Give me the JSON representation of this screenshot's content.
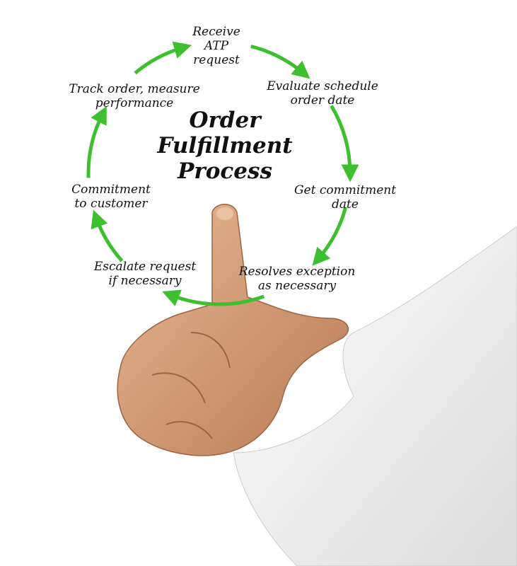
{
  "title": [
    "Order",
    "Fulfillment",
    "Process"
  ],
  "steps": [
    {
      "lines": [
        "Receive",
        "ATP",
        "request"
      ]
    },
    {
      "lines": [
        "Evaluate schedule",
        "order date"
      ]
    },
    {
      "lines": [
        "Get commitment",
        "date"
      ]
    },
    {
      "lines": [
        "Resolves exception",
        "as necessary"
      ]
    },
    {
      "lines": [
        "Escalate  request",
        "if necessary"
      ]
    },
    {
      "lines": [
        "Commitment",
        "to customer"
      ]
    },
    {
      "lines": [
        "Track order, measure",
        "performance"
      ]
    }
  ],
  "colors": {
    "arrow": "#3dbf2f",
    "skin": "#d9a07c",
    "sleeve": "#f4f4f4"
  }
}
